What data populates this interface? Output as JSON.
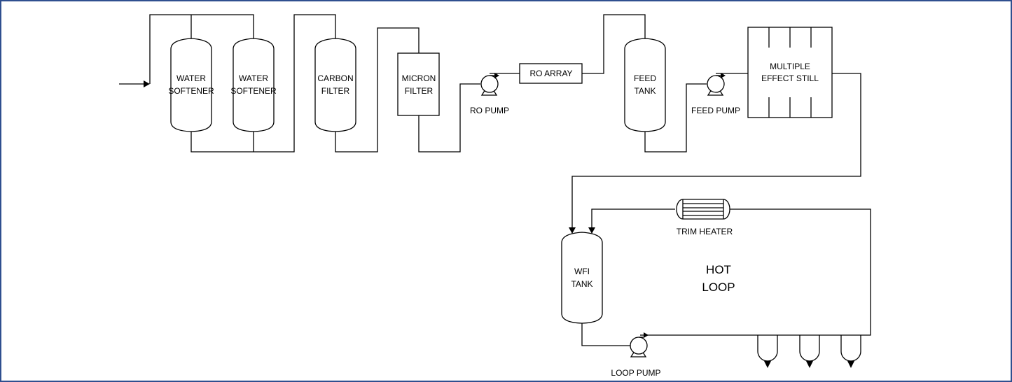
{
  "colors": {
    "frame": "#2f4f8f",
    "line": "#000000",
    "background": "#ffffff"
  },
  "labels": {
    "softener1": [
      "WATER",
      "SOFTENER"
    ],
    "softener2": [
      "WATER",
      "SOFTENER"
    ],
    "carbon": [
      "CARBON",
      "FILTER"
    ],
    "micron": [
      "MICRON",
      "FILTER"
    ],
    "ro_pump": "RO PUMP",
    "ro_array": "RO ARRAY",
    "feed_tank": [
      "FEED",
      "TANK"
    ],
    "feed_pump": "FEED PUMP",
    "still": [
      "MULTIPLE",
      "EFFECT STILL"
    ],
    "trim_heater": "TRIM HEATER",
    "wfi_tank": [
      "WFI",
      "TANK"
    ],
    "hot_loop": [
      "HOT",
      "LOOP"
    ],
    "loop_pump": "LOOP PUMP"
  }
}
